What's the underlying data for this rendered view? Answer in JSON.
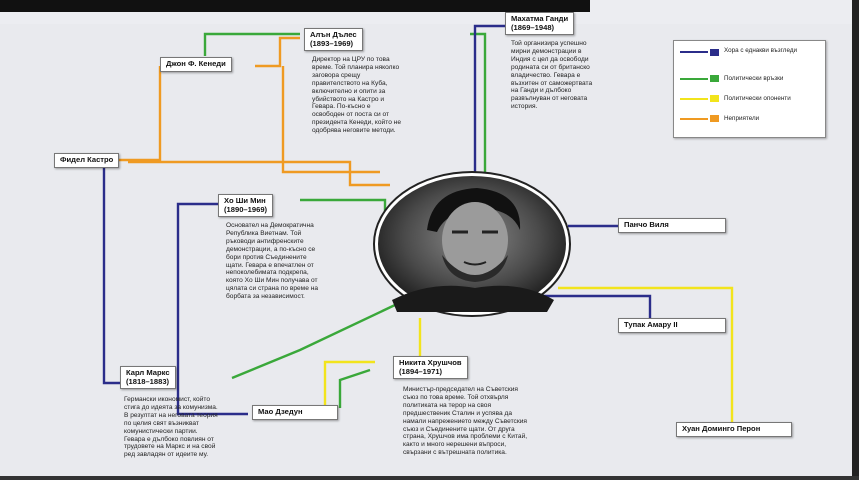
{
  "colors": {
    "same_views": "#2b2d8a",
    "political_ties": "#3aa83a",
    "political_opponents": "#f2e41c",
    "enemies": "#ef9a22"
  },
  "legend": [
    {
      "label": "Хора с еднакви възгледи",
      "color_key": "same_views"
    },
    {
      "label": "Политически връзки",
      "color_key": "political_ties"
    },
    {
      "label": "Политически опоненти",
      "color_key": "political_opponents"
    },
    {
      "label": "Неприятели",
      "color_key": "enemies"
    }
  ],
  "people": {
    "dulles": {
      "name": "Алън Дълес",
      "years": "(1893–1969)",
      "desc": [
        "Директор на ЦРУ по това",
        "време. Той планира няколко",
        "заговора срещу",
        "правителството на Куба,",
        "включително и опити за",
        "убийството на Кастро и",
        "Гевара. По-късно е",
        "освободен от поста си от",
        "президента Кенеди, който не",
        "одобрява неговите методи."
      ]
    },
    "kennedy": {
      "name": "Джон Ф. Кенеди"
    },
    "castro": {
      "name": "Фидел Кастро"
    },
    "gandhi": {
      "name": "Махатма Ганди",
      "years": "(1869–1948)",
      "desc": [
        "Той организира успешно",
        "мирни демонстрации в",
        "Индия с цел да освободи",
        "родината си от британско",
        "владичество. Гевара е",
        "възхитен от саможертвата",
        "на Ганди и дълбоко",
        "развълнуван от неговата",
        "история."
      ]
    },
    "ho": {
      "name": "Хо Ши Мин",
      "years": "(1890–1969)",
      "desc": [
        "Основател на Демократична",
        "Република Виетнам. Той",
        "ръководи антифренските",
        "демонстрации, а по-късно се",
        "бори против Съединените",
        "щати. Гевара е впечатлен от",
        "непоколебимата подкрепа,",
        "която Хо Ши Мин получава от",
        "цялата си страна по време на",
        "борбата за независимост."
      ]
    },
    "villa": {
      "name": "Панчо Виля"
    },
    "tupac": {
      "name": "Тупак Амару II"
    },
    "marx": {
      "name": "Карл Маркс",
      "years": "(1818–1883)",
      "desc": [
        "Германски икономист, който",
        "стига до идеята за комунизма.",
        "В резултат на неговата теория",
        "по целия свят възникват",
        "комунистически партии.",
        "Гевара е дълбоко повлиян от",
        "трудовете на Маркс и на свой",
        "ред завладян от идеите му."
      ]
    },
    "mao": {
      "name": "Мао Дзедун"
    },
    "khrushchev": {
      "name": "Никита Хрушчов",
      "years": "(1894–1971)",
      "desc": [
        "Министър-председател на Съветския",
        "съюз по това време. Той отхвърля",
        "политиката на терор на своя",
        "предшественик Сталин и успява да",
        "намали напрежението между Съветския",
        "съюз и Съединените щати. От друга",
        "страна, Хрушчов има проблеми с Китай,",
        "както и много нерешени въпроси,",
        "свързани с вътрешната политика."
      ]
    },
    "peron": {
      "name": "Хуан Доминго Перон"
    }
  }
}
